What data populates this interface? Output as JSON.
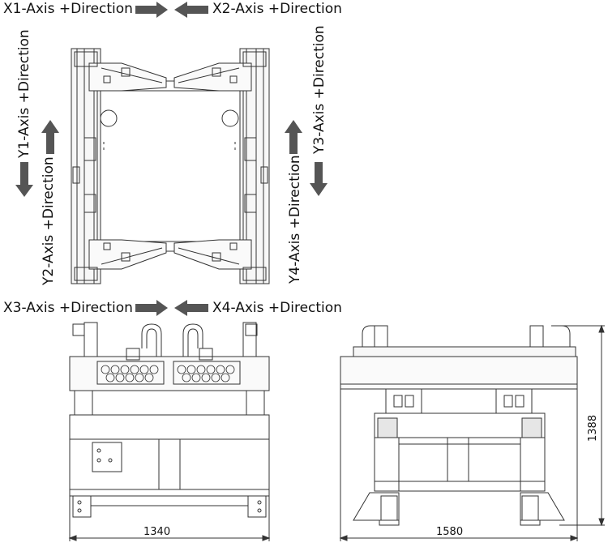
{
  "axis_labels": {
    "x1": "X1-Axis +Direction",
    "x2": "X2-Axis +Direction",
    "x3": "X3-Axis +Direction",
    "x4": "X4-Axis +Direction",
    "y1": "Y1-Axis +Direction",
    "y2": "Y2-Axis +Direction",
    "y3": "Y3-Axis +Direction",
    "y4": "Y4-Axis +Direction"
  },
  "dimensions": {
    "front_width": "1340",
    "side_width": "1580",
    "height": "1388"
  },
  "colors": {
    "arrow": "#555555",
    "line": "#333333",
    "fill_light": "#f4f4f4"
  }
}
